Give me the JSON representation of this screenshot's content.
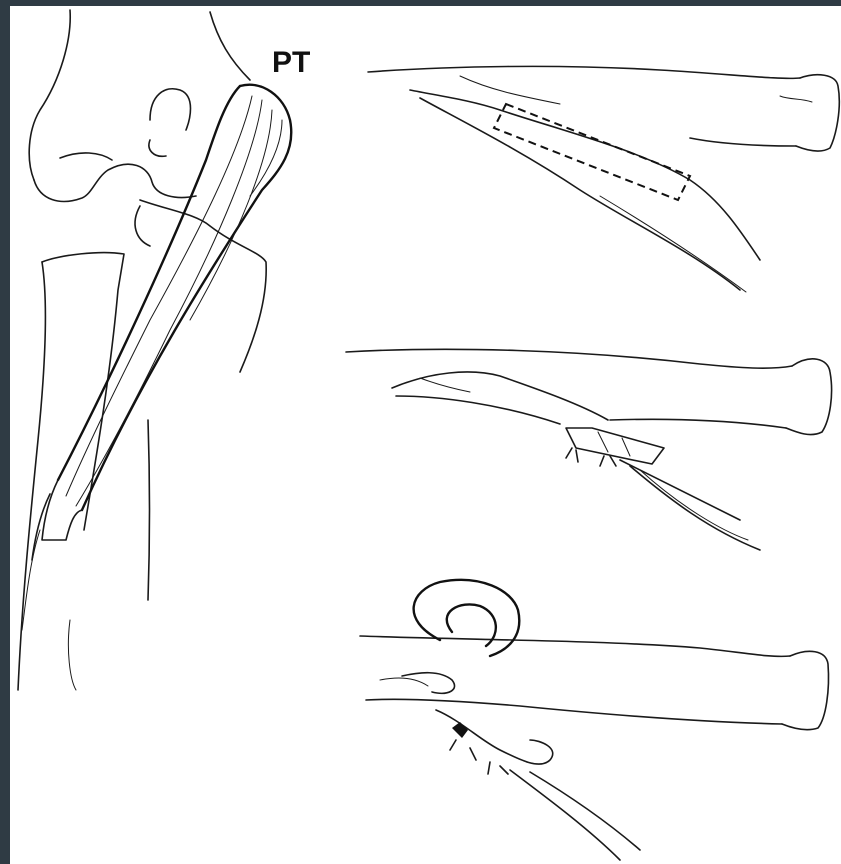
{
  "figure": {
    "label": "PT",
    "colors": {
      "background": "#ffffff",
      "border": "#2f3b44",
      "ink": "#1a1a1a"
    },
    "panels": [
      "elbow-with-pronator-teres-tendon",
      "forearm-tendon-harvest-outline",
      "forearm-tendon-cut-and-sutured",
      "forearm-tendon-rerouted-loop"
    ]
  }
}
